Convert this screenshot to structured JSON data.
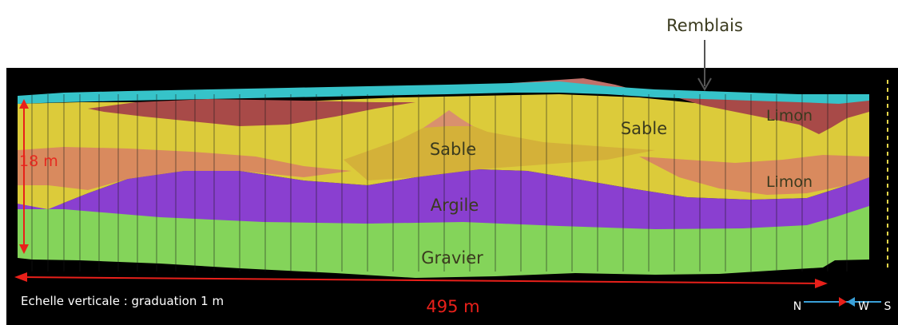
{
  "labels": {
    "remblais": "Remblais",
    "sable_left": "Sable",
    "sable_right": "Sable",
    "limon_top": "Limon",
    "limon_mid": "Limon",
    "argile": "Argile",
    "gravier": "Gravier",
    "height": "18 m",
    "length": "495 m",
    "scale_note": "Echelle verticale : graduation 1 m"
  },
  "compass": {
    "north": "N",
    "west": "W",
    "south": "S"
  },
  "colors": {
    "frame": "#000000",
    "remblais": "#36c3c9",
    "limon": "#a84a48",
    "sable": "#dccb3a",
    "limon_light": "#d98a5e",
    "argile": "#8a3fd0",
    "gravier": "#84d45a",
    "dimension": "#e8201a"
  }
}
